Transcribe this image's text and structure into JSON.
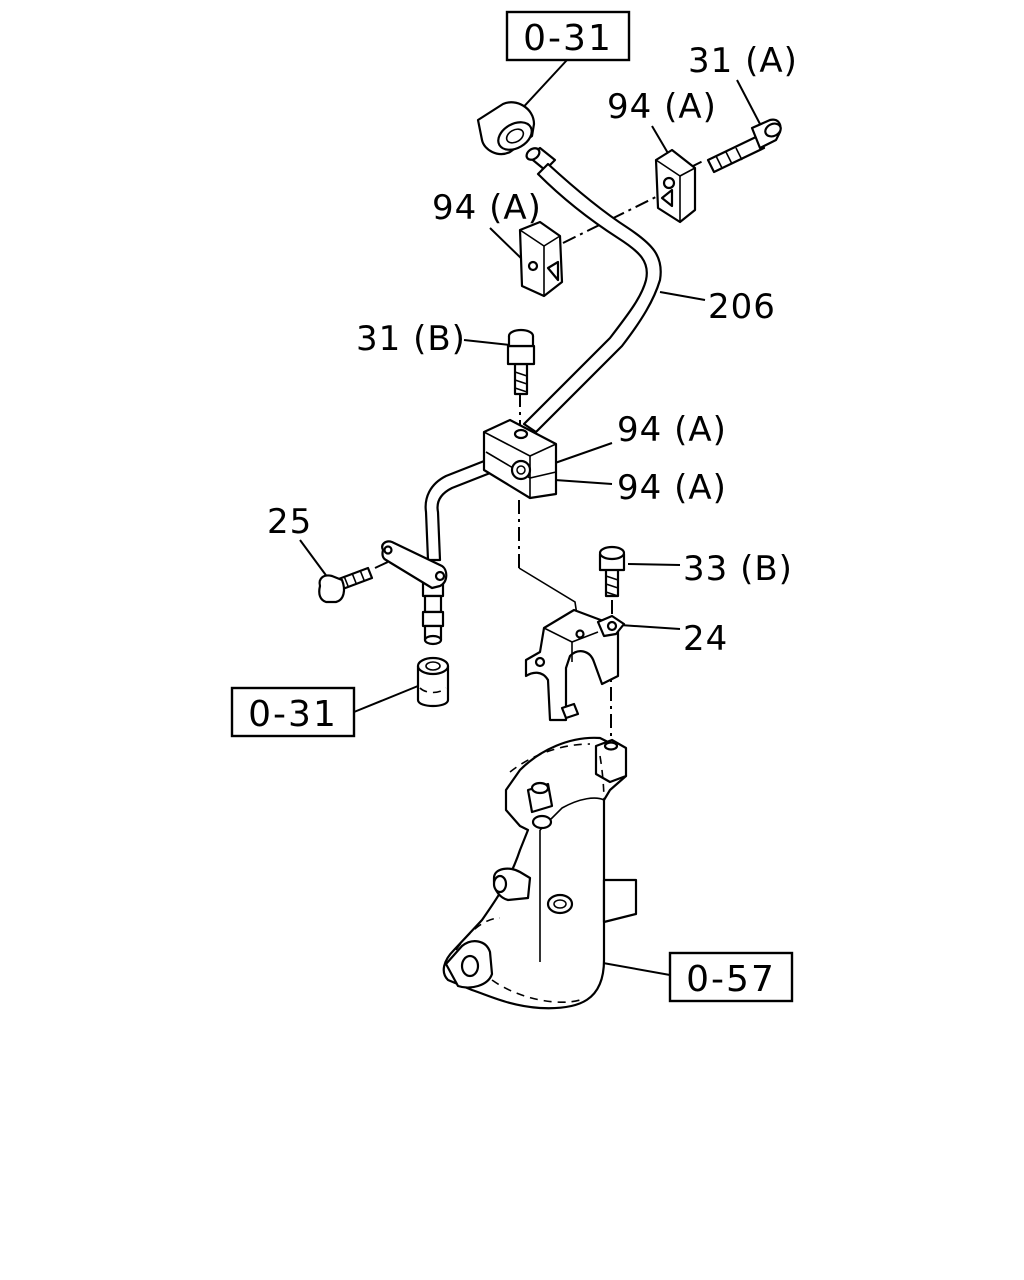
{
  "callouts": {
    "ref_top": "0-31",
    "ref_left": "0-31",
    "ref_bottom": "0-57",
    "bolt_31a": "31 (A)",
    "clamp_94a_top": "94 (A)",
    "clamp_94a_mid": "94 (A)",
    "pipe_206": "206",
    "bolt_31b": "31 (B)",
    "clamp_94a_r1": "94 (A)",
    "clamp_94a_r2": "94 (A)",
    "bolt_25": "25",
    "bolt_33b": "33 (B)",
    "bracket_24": "24"
  }
}
